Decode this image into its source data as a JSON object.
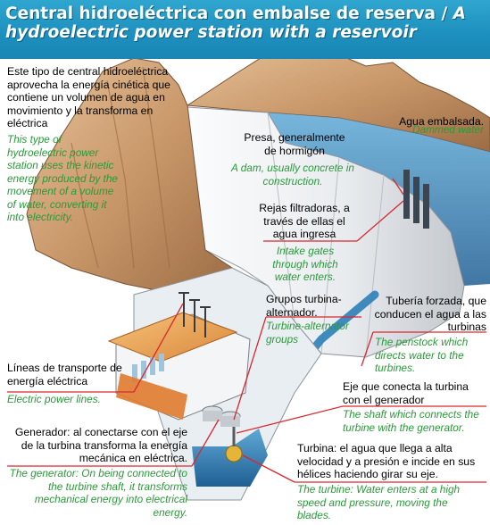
{
  "title": {
    "spanish": "Central hidroeléctrica con embalse de reserva /",
    "english": "A hydroelectric power station with a reservoir"
  },
  "intro": {
    "spanish": "Este tipo de central hidroeléctrica aprovecha la energía cinética que contiene un volumen de agua en movimiento y la transforma en eléctrica",
    "english": "This type of hydroelectric power station uses the kinetic energy produced by the movement of a volume of water, converting it into electricity."
  },
  "labels": {
    "reservoir": {
      "es": "Agua embalsada.",
      "en": "Dammed water"
    },
    "dam": {
      "es": "Presa, generalmente de hormigón",
      "en": "A dam, usually concrete in construction."
    },
    "intake": {
      "es": "Rejas filtradoras, a través de ellas el agua ingresa",
      "en": "Intake gates through which water enters."
    },
    "turbine_groups": {
      "es": "Grupos turbina-alternador.",
      "en": "Turbine-alternator groups"
    },
    "penstock": {
      "es": "Tubería forzada, que conducen el agua a las turbinas",
      "en": "The penstock which directs water to the turbines."
    },
    "power_lines": {
      "es": "Líneas de transporte de energía eléctrica",
      "en": "Electric power lines."
    },
    "shaft": {
      "es": "Eje que conecta la turbina con el generador",
      "en": "The shaft which connects the turbine with the generator."
    },
    "generator": {
      "es": "Generador: al conectarse con el eje de la turbina transforma la energía mecánica en eléctrica.",
      "en": "The generator: On being connected to the turbine shaft, it transforms mechanical energy into electrical energy."
    },
    "turbine": {
      "es": "Turbina: el agua que llega a alta velocidad y a presión e incide en sus hélices haciendo girar su eje.",
      "en": "The turbine: Water enters at a high speed and pressure, moving the blades."
    }
  },
  "colors": {
    "title_bg": "#1d8fbe",
    "spanish_text": "#000000",
    "english_text": "#2a9a3a",
    "pointer_line": "#d9282f",
    "rock": "#c9986a",
    "water": "#2c7fb8"
  }
}
